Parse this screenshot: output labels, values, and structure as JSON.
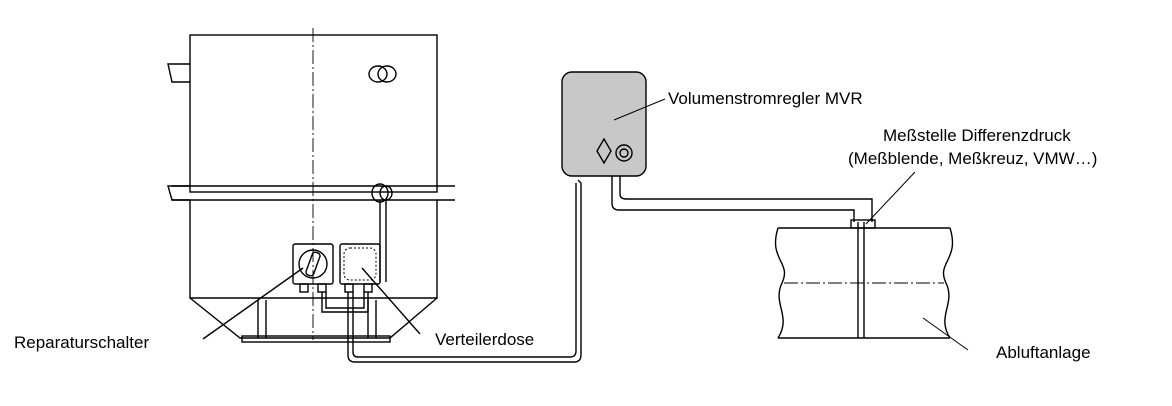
{
  "labels": {
    "volume_controller": "Volumenstromregler MVR",
    "measuring_point_line1": "Meßstelle Differenzdruck",
    "measuring_point_line2": "(Meßblende, Meßkreuz, VMW…)",
    "repair_switch": "Reparaturschalter",
    "junction_box": "Verteilerdose",
    "exhaust_system": "Abluftanlage"
  },
  "colors": {
    "controller_fill": "#c8c8c8",
    "line": "#000000",
    "background": "#ffffff"
  }
}
